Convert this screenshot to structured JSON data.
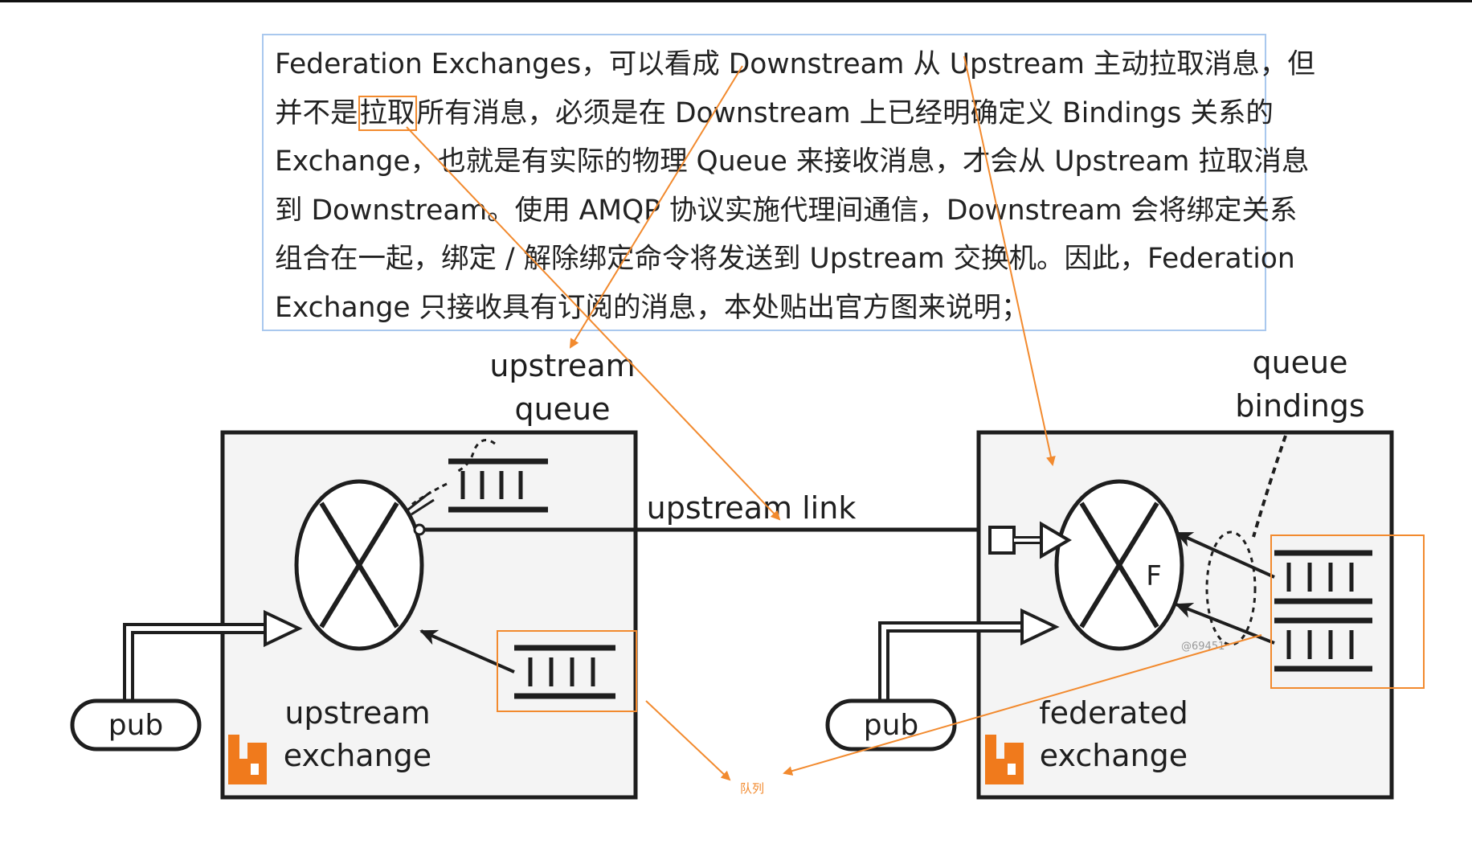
{
  "paragraph": {
    "lines": [
      "Federation Exchanges，可以看成 Downstream 从 Upstream 主动拉取消息，但",
      "Exchange，也就是有实际的物理 Queue 来接收消息，才会从 Upstream 拉取消息",
      "到 Downstream。使用 AMQP 协议实施代理间通信，Downstream 会将绑定关系",
      "组合在一起，绑定 / 解除绑定命令将发送到 Upstream 交换机。因此，Federation",
      "Exchange 只接收具有订阅的消息，本处贴出官方图来说明；"
    ],
    "line2_before": "并不是",
    "line2_highlight": "拉取",
    "line2_after": "所有消息，必须是在 Downstream 上已经明确定义 Bindings 关系的"
  },
  "diagram": {
    "upstream_queue_label_1": "upstream",
    "upstream_queue_label_2": "queue",
    "queue_bindings_label_1": "queue",
    "queue_bindings_label_2": "bindings",
    "upstream_link_label": "upstream link",
    "left_pub": "pub",
    "right_pub": "pub",
    "left_exchange_1": "upstream",
    "left_exchange_2": "exchange",
    "right_exchange_1": "federated",
    "right_exchange_2": "exchange",
    "federated_marker": "F",
    "watermark": "@69451",
    "annotation": "队列"
  },
  "colors": {
    "annotation_orange": "#f28a2e",
    "textbox_border": "#a9c8ee",
    "logo_orange": "#f07a1c",
    "diagram_ink": "#1e1e1e"
  }
}
